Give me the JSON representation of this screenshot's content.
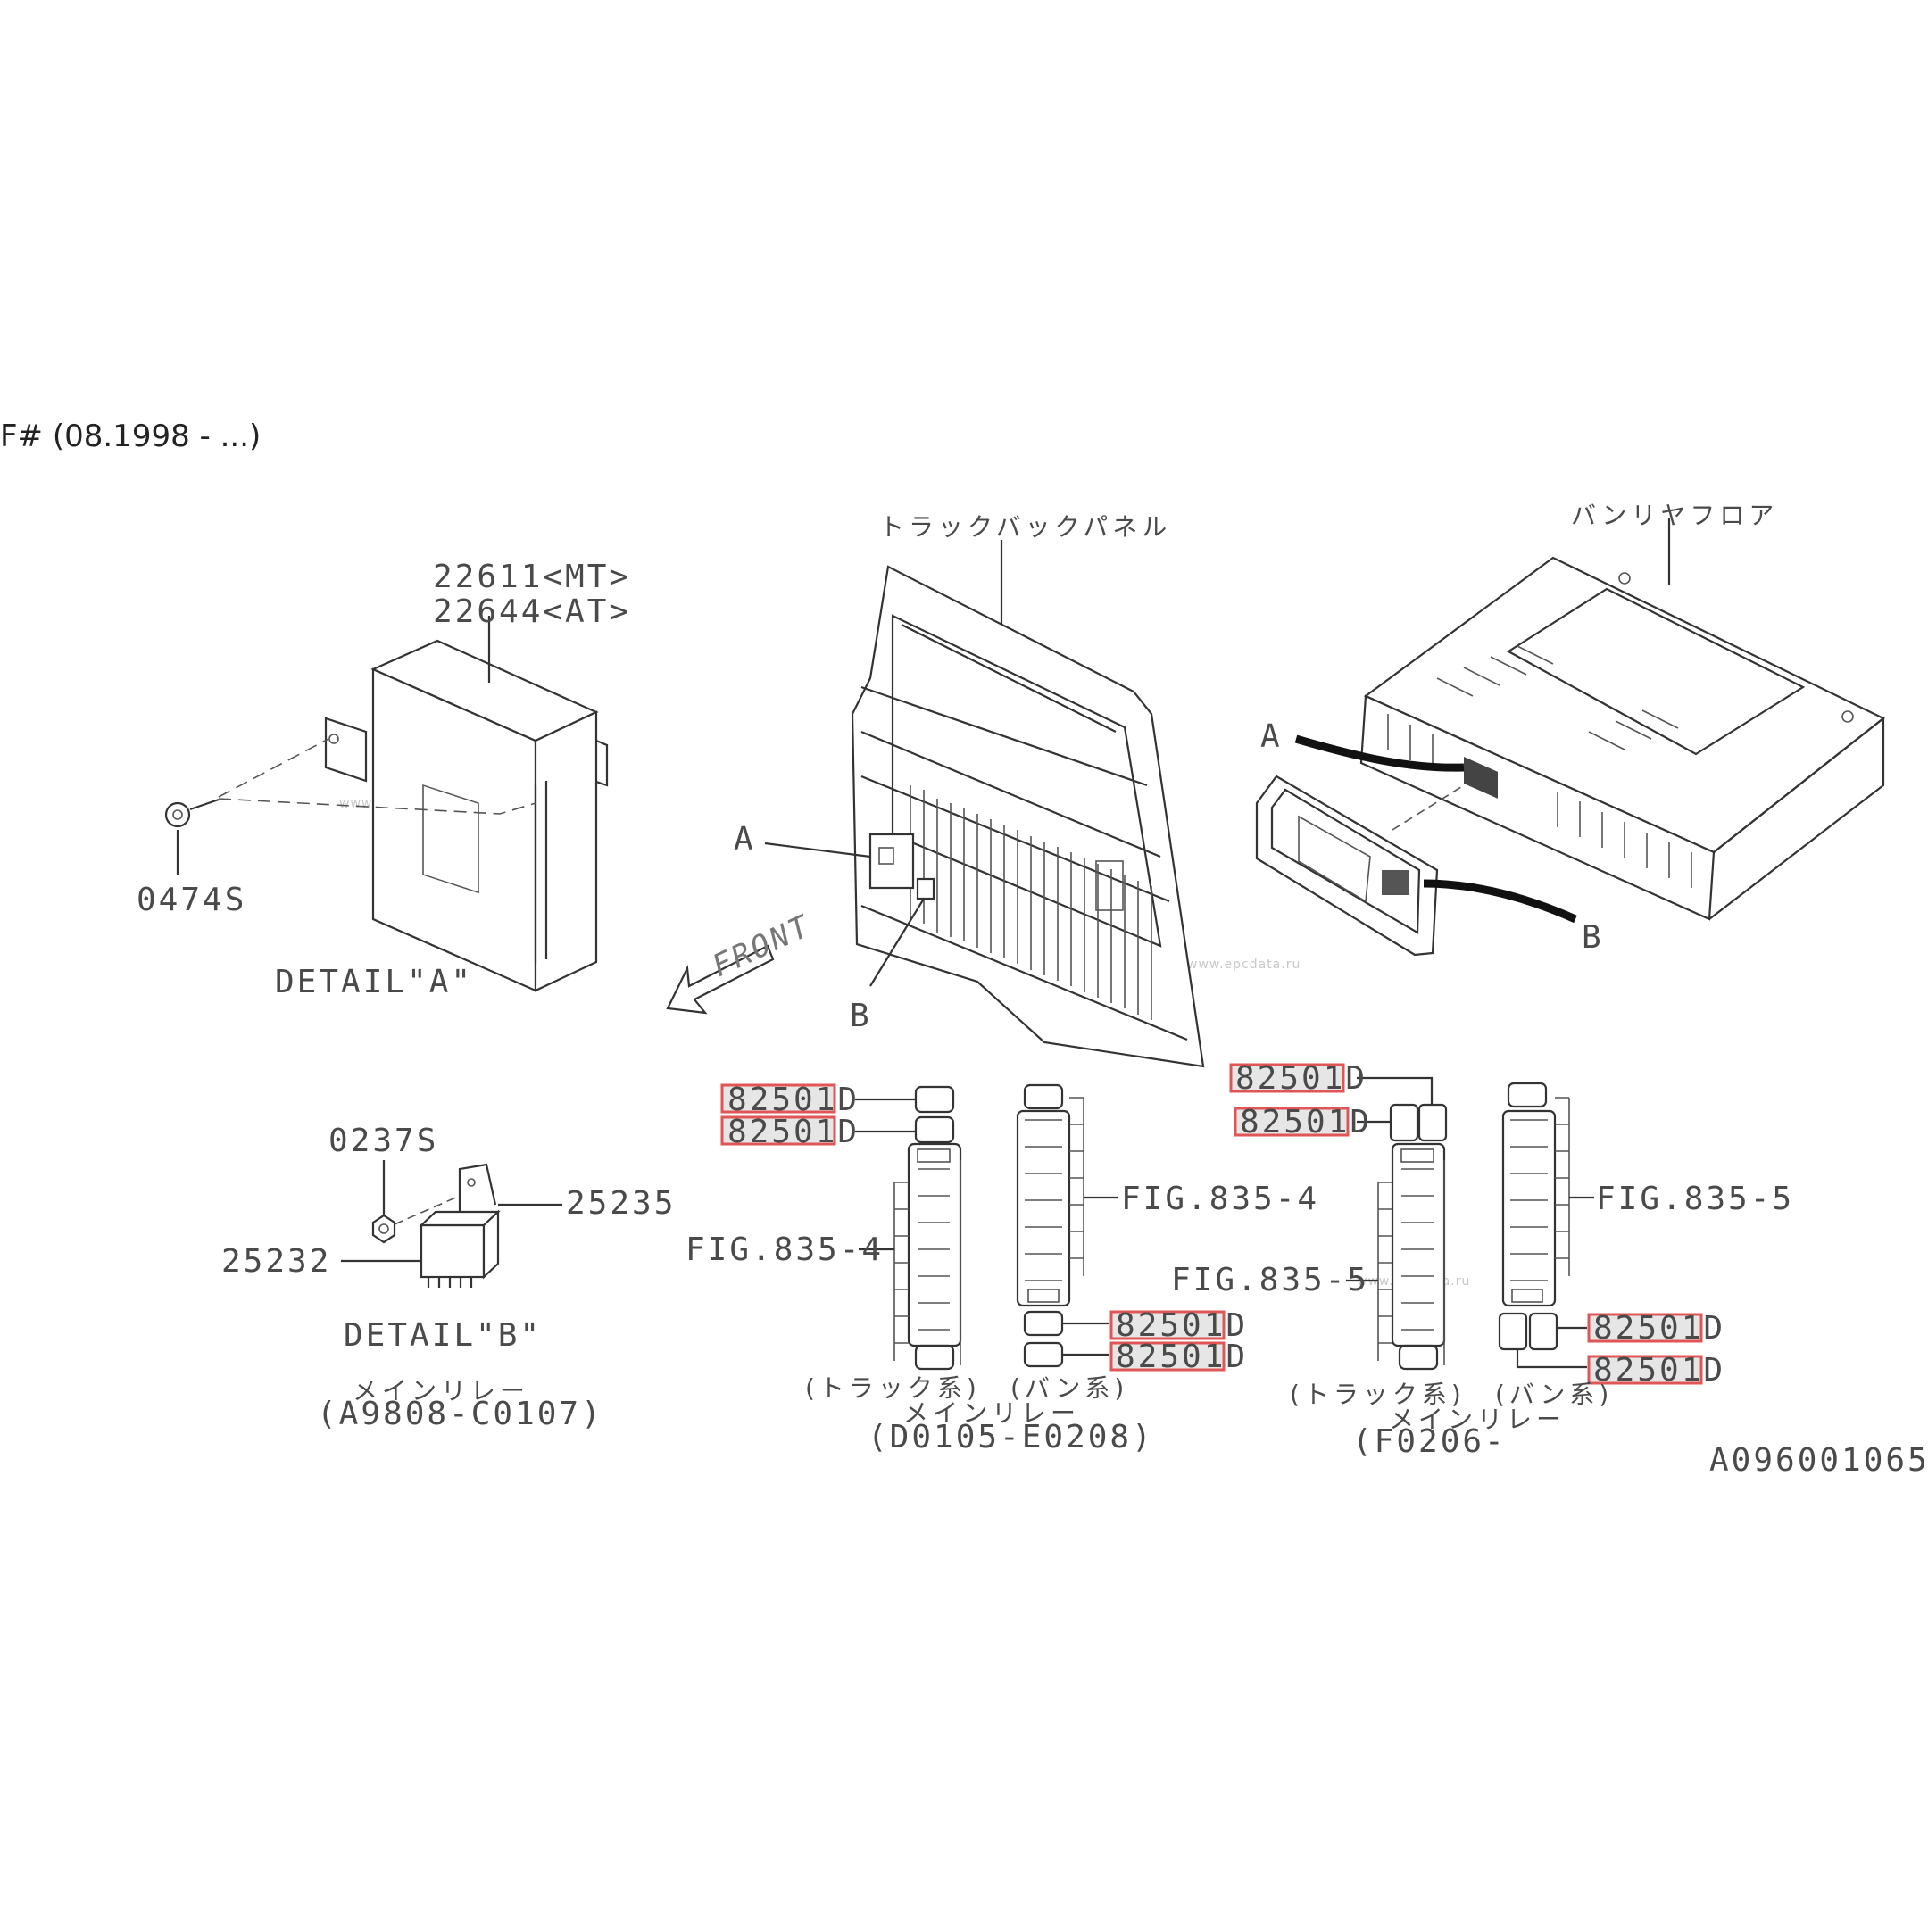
{
  "header": {
    "title": "F# (08.1998 - ...)"
  },
  "diagram_id": "A096001065",
  "labels": {
    "truck_back_panel": "トラックバックパネル",
    "van_rear_floor": "バンリヤフロア",
    "ecu_mt": "22611<MT>",
    "ecu_at": "22644<AT>",
    "screw": "0474S",
    "detail_a": "DETAIL\"A\"",
    "detail_b": "DETAIL\"B\"",
    "nut": "0237S",
    "bracket": "25235",
    "relay": "25232",
    "main_relay_b": "メインリレー",
    "range_b": "(A9808-C0107)",
    "marker_a": "A",
    "marker_b": "B",
    "front": "FRONT",
    "fig_4": "FIG.835-4",
    "fig_5": "FIG.835-5",
    "truck_type": "(トラック系)",
    "van_type": "(バン系)",
    "main_relay": "メインリレー",
    "range_1": "(D0105-E0208)",
    "range_2": "(F0206-"
  },
  "part_links": {
    "p1": "82501D",
    "p2": "82501D",
    "p3": "82501D",
    "p4": "82501D",
    "p5": "82501D",
    "p6": "82501D",
    "p7": "82501D",
    "p8": "82501D"
  },
  "colors": {
    "highlight_border": "#e05555",
    "highlight_fill": "#e6e6e6",
    "line": "#333333"
  }
}
